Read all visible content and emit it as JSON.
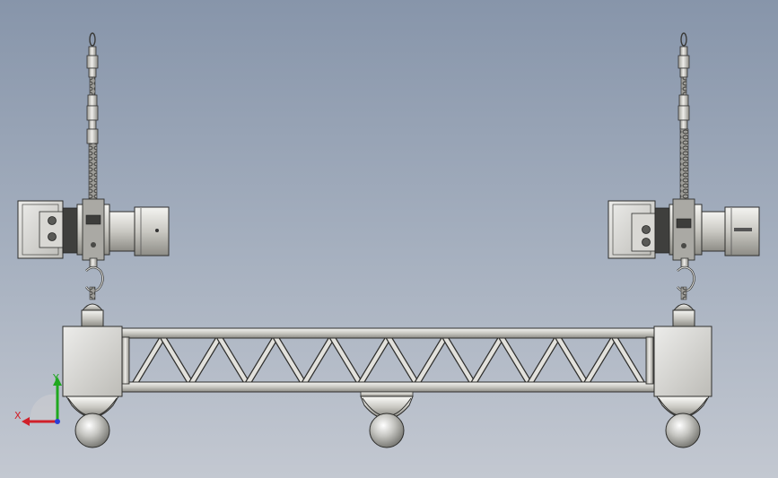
{
  "viewport": {
    "background_top": "#8795aa",
    "background_bottom": "#c3c8d1"
  },
  "triad": {
    "x_label": "X",
    "y_label": "Y",
    "x_color": "#d0202a",
    "y_color": "#1fa81f",
    "z_color": "#2a3fd6"
  },
  "scene": {
    "hoists": [
      "left-chain-hoist",
      "right-chain-hoist"
    ],
    "truss_diagonal_panels": 9,
    "spherical_feet": 3
  }
}
